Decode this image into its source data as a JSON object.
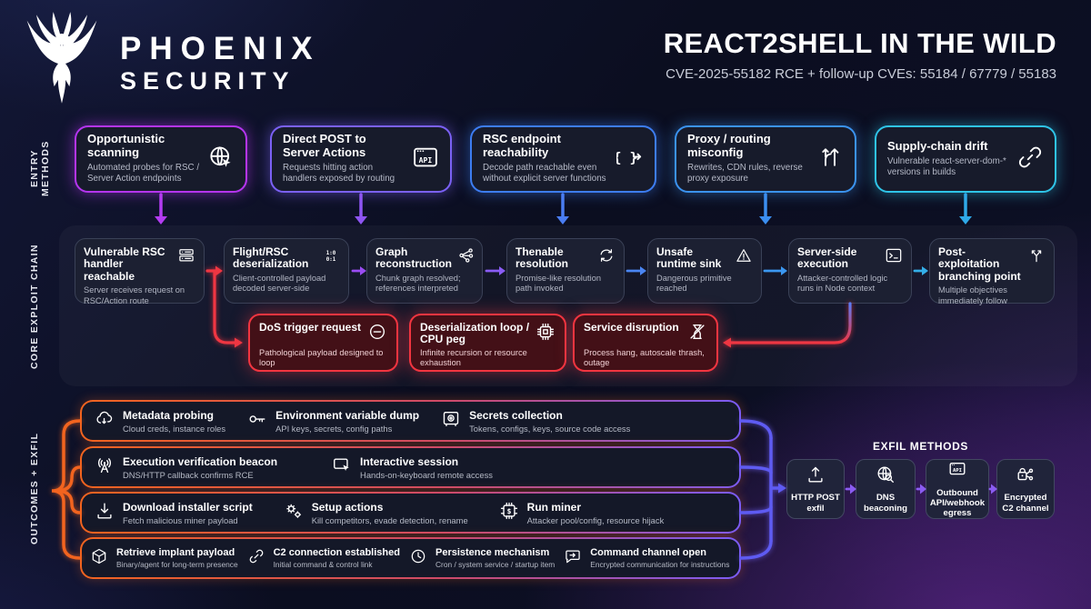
{
  "brand": {
    "line1": "PHOENIX",
    "line2": "SECURITY"
  },
  "header": {
    "title": "REACT2SHELL IN THE WILD",
    "subtitle": "CVE-2025-55182 RCE + follow-up CVEs: 55184 / 67779 / 55183"
  },
  "sections": {
    "entry": "ENTRY METHODS",
    "core": "CORE EXPLOIT CHAIN",
    "outcomes": "OUTCOMES + EXFIL"
  },
  "entry_methods": [
    {
      "title": "Opportunistic scanning",
      "desc": "Automated probes for RSC / Server Action endpoints",
      "icon": "globe-cursor"
    },
    {
      "title": "Direct POST to Server Actions",
      "desc": "Requests hitting action handlers exposed by routing",
      "icon": "api-window"
    },
    {
      "title": "RSC endpoint reachability",
      "desc": "Decode path reachable even without explicit server functions",
      "icon": "braces-arrow"
    },
    {
      "title": "Proxy / routing misconfig",
      "desc": "Rewrites, CDN rules, reverse proxy exposure",
      "icon": "route-arrows"
    },
    {
      "title": "Supply-chain drift",
      "desc": "Vulnerable react-server-dom-* versions in builds",
      "icon": "chain-link"
    }
  ],
  "core_chain": [
    {
      "title": "Vulnerable RSC handler reachable",
      "desc": "Server receives request on RSC/Action route",
      "icon": "server"
    },
    {
      "title": "Flight/RSC deserialization",
      "desc": "Client-controlled payload decoded server-side",
      "icon": "binary-stream"
    },
    {
      "title": "Graph reconstruction",
      "desc": "Chunk graph resolved; references interpreted",
      "icon": "graph-nodes"
    },
    {
      "title": "Thenable resolution",
      "desc": "Promise-like resolution path invoked",
      "icon": "refresh-cycle"
    },
    {
      "title": "Unsafe runtime sink",
      "desc": "Dangerous primitive reached",
      "icon": "warning-triangle"
    },
    {
      "title": "Server-side execution",
      "desc": "Attacker-controlled logic runs in Node context",
      "icon": "terminal"
    },
    {
      "title": "Post-exploitation branching point",
      "desc": "Multiple objectives immediately follow",
      "icon": "branch-arrows"
    }
  ],
  "dos_branch": [
    {
      "title": "DoS trigger request",
      "desc": "Pathological payload designed to loop",
      "icon": "minus-circle"
    },
    {
      "title": "Deserialization loop / CPU peg",
      "desc": "Infinite recursion or resource exhaustion",
      "icon": "cpu-chip"
    },
    {
      "title": "Service disruption",
      "desc": "Process hang, autoscale thrash, outage",
      "icon": "hourglass-x"
    }
  ],
  "outcome_rows": [
    {
      "items": [
        {
          "title": "Metadata probing",
          "desc": "Cloud creds, instance roles",
          "icon": "cloud-download"
        },
        {
          "title": "Environment variable dump",
          "desc": "API keys, secrets, config paths",
          "icon": "key"
        },
        {
          "title": "Secrets collection",
          "desc": "Tokens, configs, keys, source code access",
          "icon": "safe"
        }
      ]
    },
    {
      "items": [
        {
          "title": "Execution verification beacon",
          "desc": "DNS/HTTP callback confirms RCE",
          "icon": "beacon-antenna"
        },
        {
          "title": "Interactive session",
          "desc": "Hands-on-keyboard remote access",
          "icon": "cursor-screen"
        }
      ]
    },
    {
      "items": [
        {
          "title": "Download installer script",
          "desc": "Fetch malicious miner payload",
          "icon": "download-tray"
        },
        {
          "title": "Setup actions",
          "desc": "Kill competitors, evade detection, rename",
          "icon": "gears"
        },
        {
          "title": "Run miner",
          "desc": "Attacker pool/config, resource hijack",
          "icon": "dollar-chip"
        }
      ]
    },
    {
      "items": [
        {
          "title": "Retrieve implant payload",
          "desc": "Binary/agent for long-term presence",
          "icon": "package-cube"
        },
        {
          "title": "C2 connection established",
          "desc": "Initial command & control link",
          "icon": "link"
        },
        {
          "title": "Persistence mechanism",
          "desc": "Cron / system service / startup item",
          "icon": "clock"
        },
        {
          "title": "Command channel open",
          "desc": "Encrypted communication for instructions",
          "icon": "chat-arrow"
        }
      ]
    }
  ],
  "exfil": {
    "label": "EXFIL METHODS",
    "methods": [
      {
        "label": "HTTP POST exfil",
        "icon": "upload-tray"
      },
      {
        "label": "DNS beaconing",
        "icon": "globe-search"
      },
      {
        "label": "Outbound API/webhook egress",
        "icon": "api-window"
      },
      {
        "label": "Encrypted C2 channel",
        "icon": "lock-network"
      }
    ]
  },
  "colors": {
    "background": "#0b0e20",
    "entry_accents": [
      "#b535f0",
      "#7b61f5",
      "#3d7df2",
      "#3b93f0",
      "#2fc4e8"
    ],
    "danger_red": "#f23540",
    "outcome_orange": "#f2641f",
    "exfil_violet": "#6e60f5",
    "arrow_purple": "#9a4cf2",
    "arrow_blue": "#4a85f2",
    "arrow_cyan": "#34aee8"
  }
}
